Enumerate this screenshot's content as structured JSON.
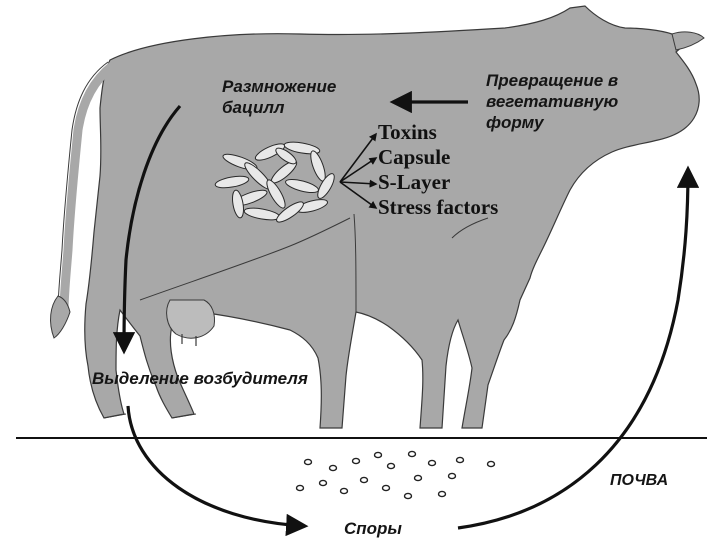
{
  "labels": {
    "multiplication": [
      "Размножение",
      "бацилл"
    ],
    "conversion": [
      "Превращение в",
      "вегетативную",
      "форму"
    ],
    "shedding": "Выделение возбудителя",
    "spores": "Споры",
    "soil": "ПОЧВА"
  },
  "virulence_factors": [
    "Toxins",
    "Capsule",
    "S-Layer",
    "Stress factors"
  ],
  "colors": {
    "cow_fill": "#a8a8a8",
    "outline": "#2a2a2a",
    "arrow": "#111111",
    "bacilli": "#e8e8e8"
  }
}
